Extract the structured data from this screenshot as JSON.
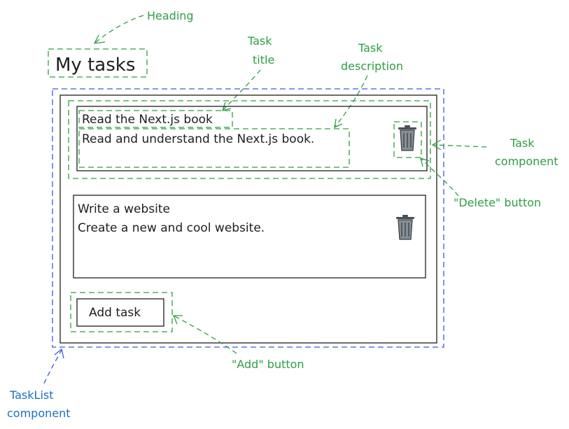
{
  "app": {
    "heading": "My tasks",
    "tasks": [
      {
        "title": "Read the Next.js book",
        "description": "Read and understand the Next.js book."
      },
      {
        "title": "Write a website",
        "description": "Create a new and cool website."
      }
    ],
    "add_button_label": "Add task"
  },
  "annotations": {
    "heading": "Heading",
    "task_title": [
      "Task",
      "title"
    ],
    "task_description": [
      "Task",
      "description"
    ],
    "task_component": [
      "Task",
      "component"
    ],
    "delete_button": "\"Delete\" button",
    "add_button": "\"Add\" button",
    "tasklist_component": [
      "TaskList",
      "component"
    ]
  },
  "colors": {
    "annotation_green": "#2f9e44",
    "annotation_blue": "#1971c2",
    "ink": "#1e1e1e",
    "trash": "#868e96"
  }
}
